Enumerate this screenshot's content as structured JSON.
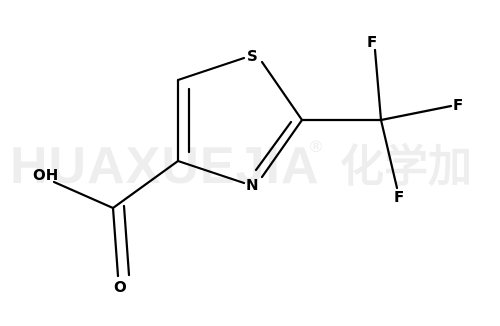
{
  "watermark": {
    "latin": "HUAXUEJIA",
    "registered": "®",
    "cjk": "化学加"
  },
  "molecule": {
    "atoms": {
      "sulfur": "S",
      "nitrogen": "N",
      "fluorine_top": "F",
      "fluorine_right": "F",
      "fluorine_bottom": "F",
      "hydroxyl": "OH",
      "carbonyl_oxygen": "O"
    }
  },
  "colors": {
    "bond": "#000000",
    "label": "#000000",
    "watermark": "#eeeeee",
    "background": "#ffffff"
  }
}
